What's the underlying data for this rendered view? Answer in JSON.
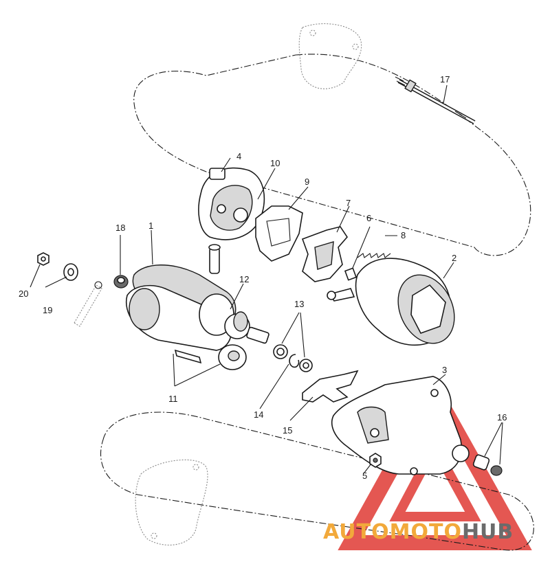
{
  "diagram": {
    "callouts": {
      "c1": "1",
      "c2": "2",
      "c3": "3",
      "c4": "4",
      "c5": "5",
      "c6": "6",
      "c7": "7",
      "c8": "8",
      "c9": "9",
      "c10": "10",
      "c11": "11",
      "c12": "12",
      "c13": "13",
      "c14": "14",
      "c15": "15",
      "c16": "16",
      "c17": "17",
      "c18": "18",
      "c19": "19",
      "c20": "20"
    }
  },
  "watermark": {
    "part1": "AUTO",
    "part2": "MOTO",
    "part3": "HUB",
    "colors": {
      "orange": "#f2a93b",
      "red": "#e03a34",
      "grey": "#6b6b6b"
    }
  }
}
